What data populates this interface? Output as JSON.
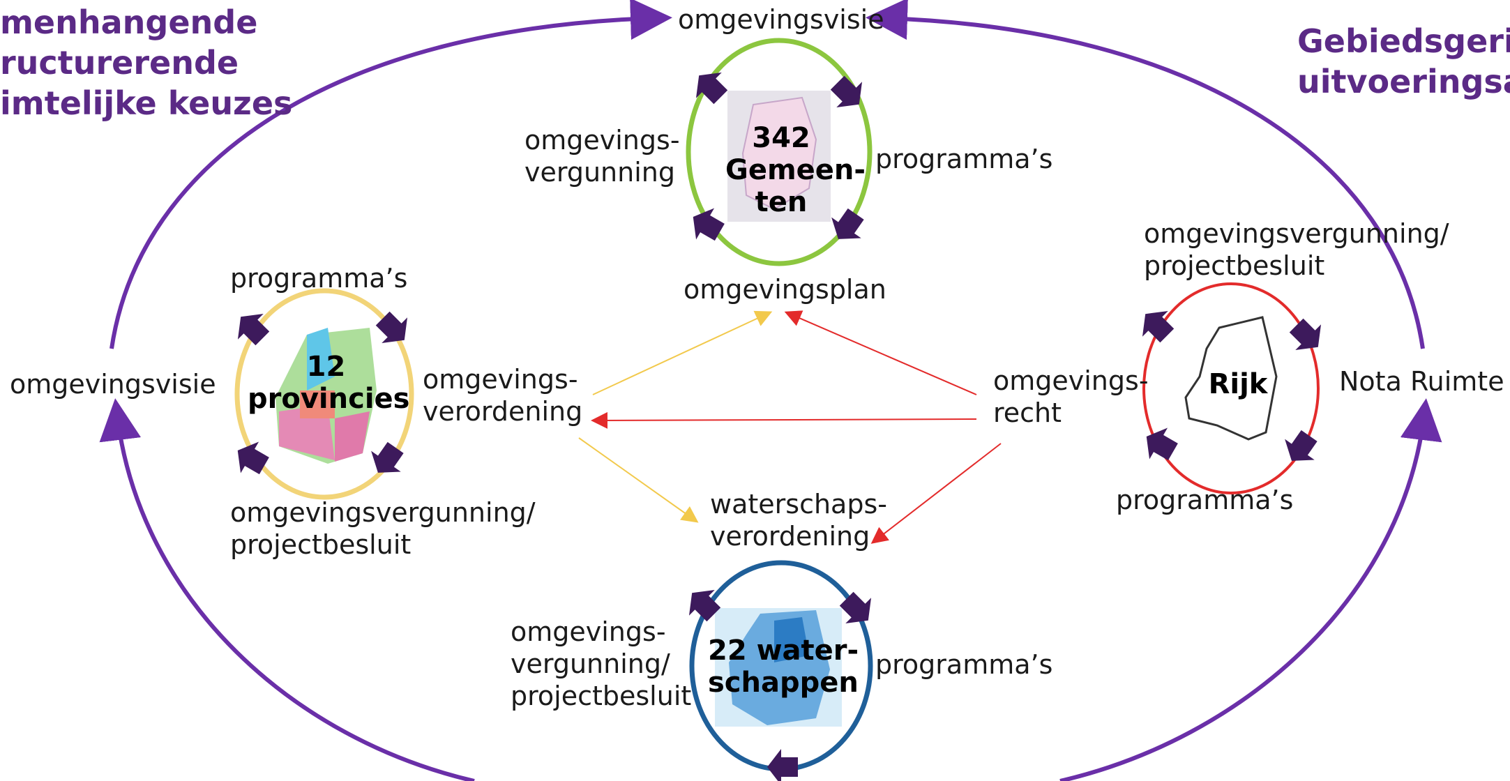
{
  "headings": {
    "left": [
      "menhangende",
      "ructurerende",
      "imtelijke keuzes"
    ],
    "right": [
      "Gebiedsgeric",
      "uitvoeringsaf"
    ]
  },
  "outer": {
    "top": "omgevingsvisie",
    "left": "omgevingsvisie",
    "right": "Nota Ruimte"
  },
  "gemeenten": {
    "center": [
      "342",
      "Gemeen-",
      "ten"
    ],
    "left": [
      "omgevings-",
      "vergunning"
    ],
    "right": "programma’s",
    "bottom": "omgevingsplan"
  },
  "provincies": {
    "center": [
      "12",
      "provincies"
    ],
    "top": "programma’s",
    "right": [
      "omgevings-",
      "verordening"
    ],
    "bottom": [
      "omgevingsvergunning/",
      "projectbesluit"
    ]
  },
  "rijk": {
    "center": "Rijk",
    "top": [
      "omgevingsvergunning/",
      "projectbesluit"
    ],
    "left": [
      "omgevings-",
      "recht"
    ],
    "bottom": "programma’s"
  },
  "waterschappen": {
    "center": [
      "22 water-",
      "schappen"
    ],
    "top": [
      "waterschaps-",
      "verordening"
    ],
    "left": [
      "omgevings-",
      "vergunning/",
      "projectbesluit"
    ],
    "right": "programma’s"
  },
  "colors": {
    "purple": "#6a2fa8",
    "dark_purple_arrow": "#3d1a5c",
    "green": "#8cc63f",
    "yellow": "#f2d478",
    "red": "#e32b2b",
    "blue": "#1f5f99",
    "heading": "#5b2a86"
  }
}
